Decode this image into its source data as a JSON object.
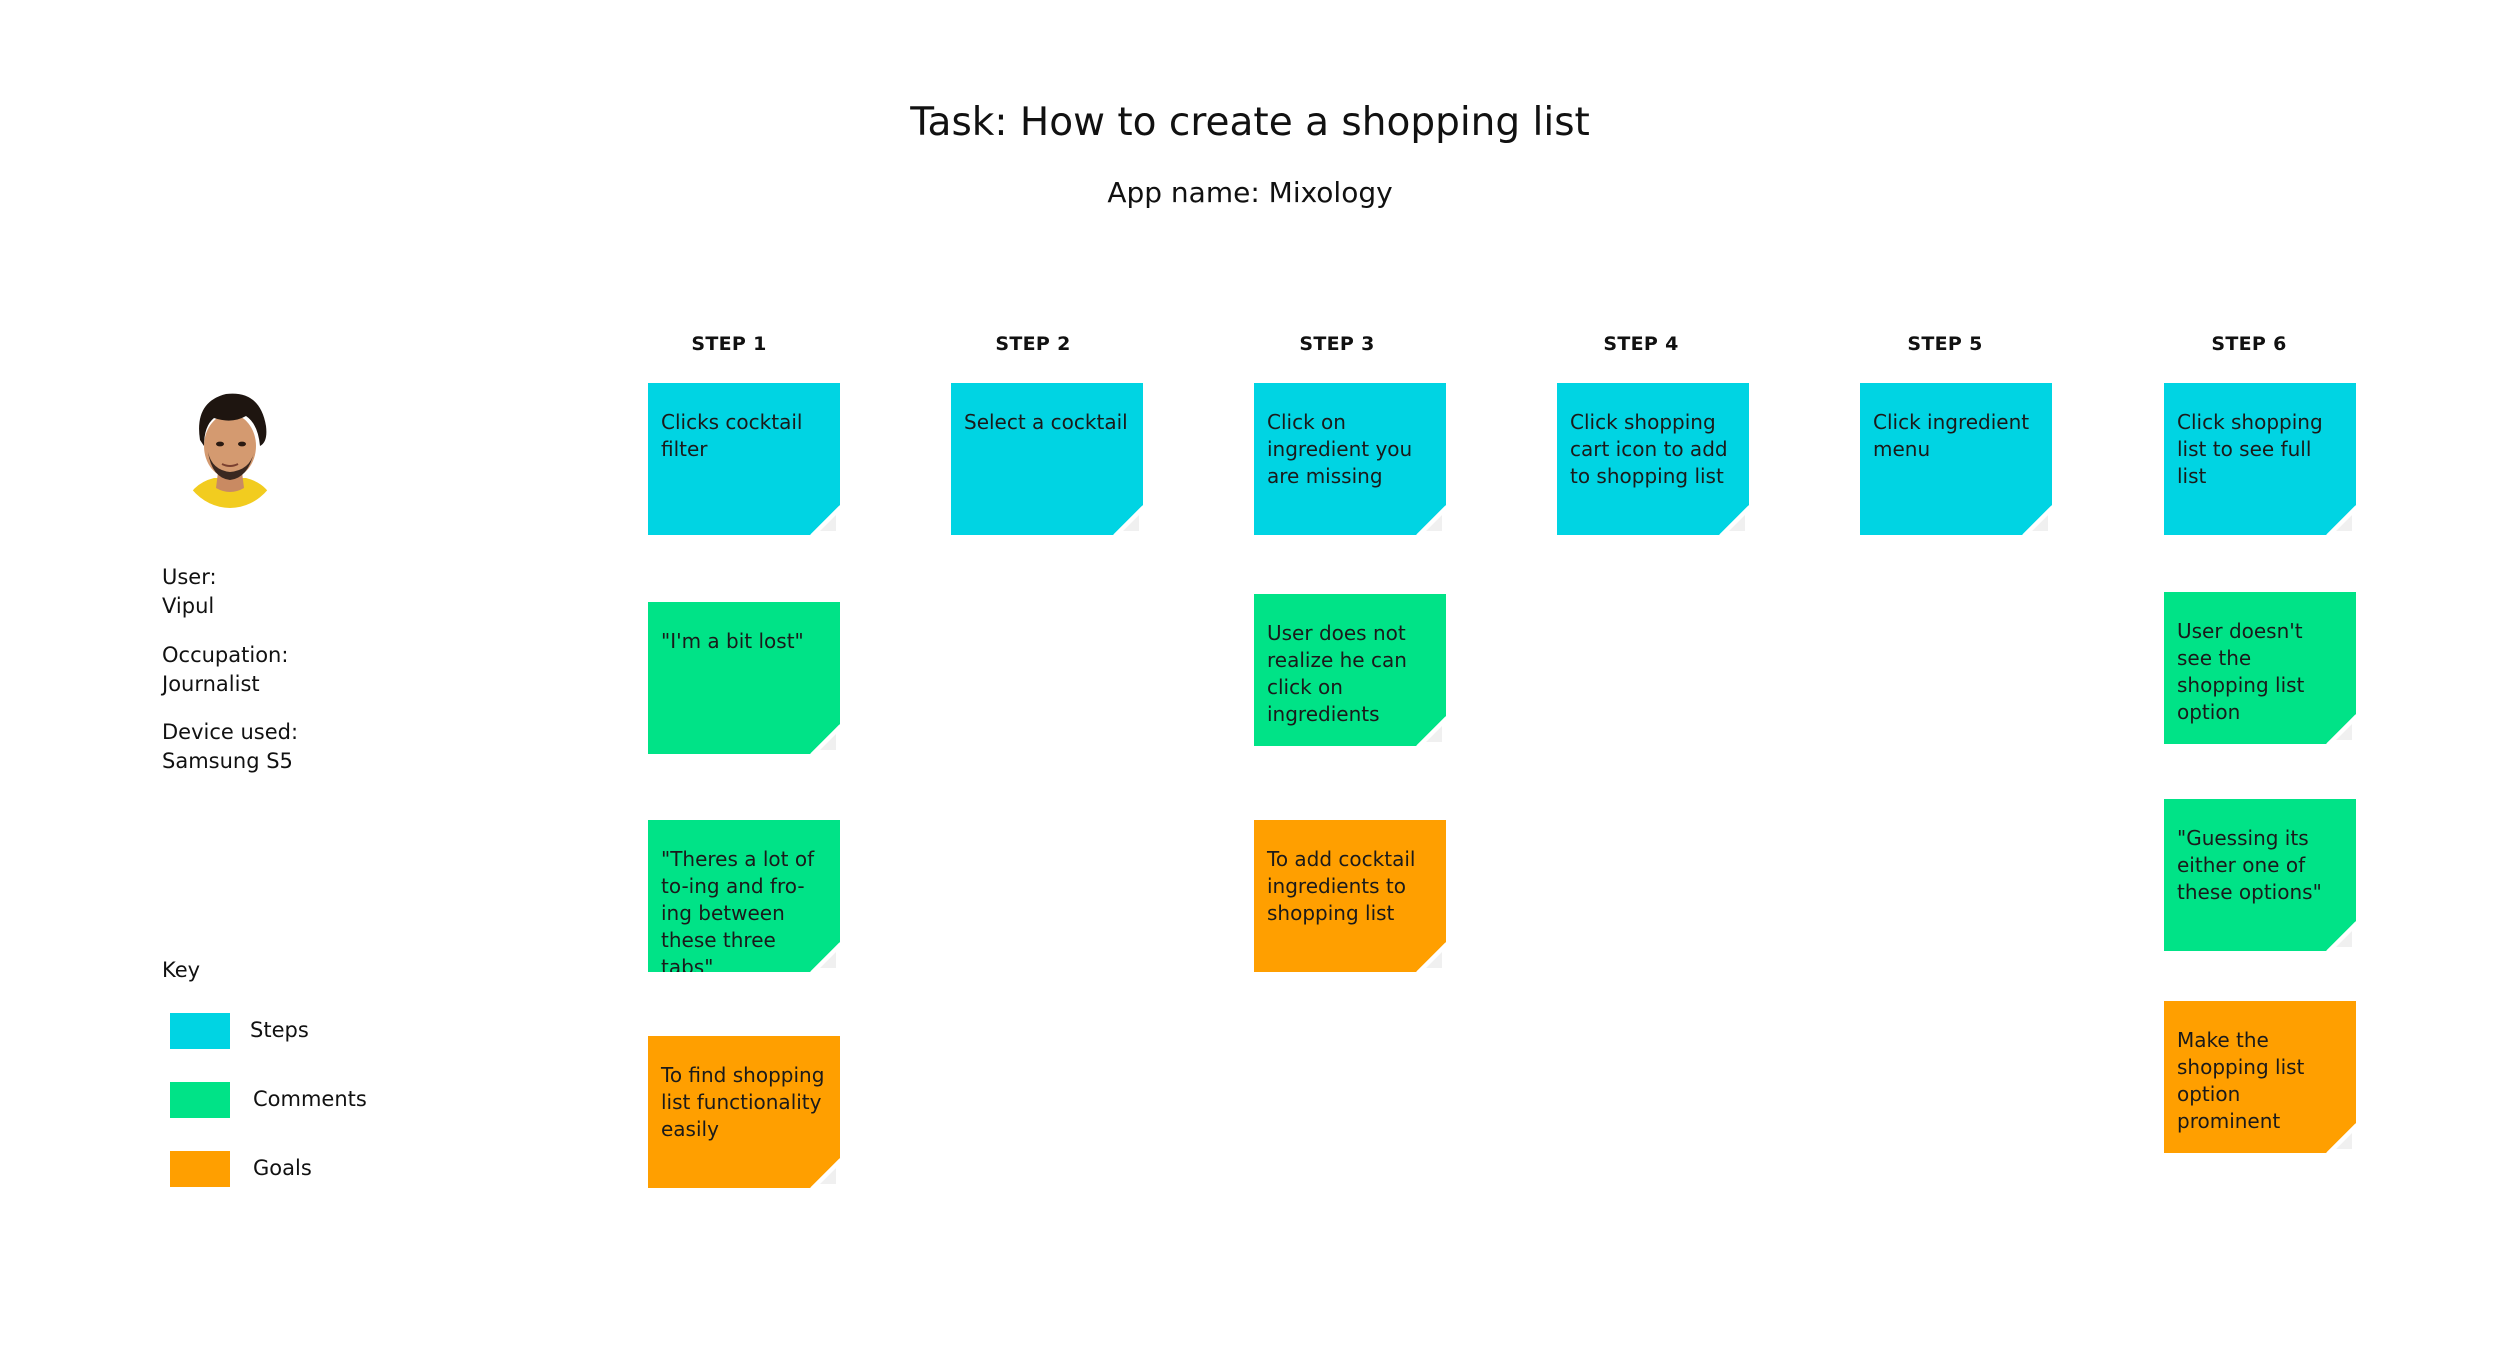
{
  "header": {
    "title": "Task: How to create a shopping list",
    "subtitle": "App name:  Mixology"
  },
  "persona": {
    "avatar_icon": "user-portrait-icon",
    "user_label": "User:",
    "user_value": "Vipul",
    "occupation_label": "Occupation:",
    "occupation_value": "Journalist",
    "device_label": "Device used:",
    "device_value": "Samsung S5"
  },
  "colors": {
    "steps": "#00d4e3",
    "comments": "#00e387",
    "goals": "#ff9f00"
  },
  "steps": [
    {
      "header": "STEP 1",
      "notes": [
        {
          "type": "steps",
          "text": "Clicks cocktail filter"
        },
        {
          "type": "comments",
          "text": "\"I'm a bit lost\""
        },
        {
          "type": "comments",
          "text": "\"Theres a lot of to-ing and fro-ing between these three tabs\""
        },
        {
          "type": "goals",
          "text": "To find shopping list functionality easily"
        }
      ]
    },
    {
      "header": "STEP 2",
      "notes": [
        {
          "type": "steps",
          "text": "Select a cocktail"
        }
      ]
    },
    {
      "header": "STEP 3",
      "notes": [
        {
          "type": "steps",
          "text": "Click on ingredient you are missing"
        },
        {
          "type": "comments",
          "text": "User does not realize he can click on ingredients"
        },
        {
          "type": "goals",
          "text": "To add cocktail ingredients to shopping list"
        }
      ]
    },
    {
      "header": "STEP 4",
      "notes": [
        {
          "type": "steps",
          "text": "Click shopping cart icon to add to shopping list"
        }
      ]
    },
    {
      "header": "STEP 5",
      "notes": [
        {
          "type": "steps",
          "text": "Click ingredient menu"
        }
      ]
    },
    {
      "header": "STEP 6",
      "notes": [
        {
          "type": "steps",
          "text": "Click shopping list to see full list"
        },
        {
          "type": "comments",
          "text": "User doesn't see the shopping list option"
        },
        {
          "type": "comments",
          "text": "\"Guessing its either one of these options\""
        },
        {
          "type": "goals",
          "text": "Make the shopping list option prominent"
        }
      ]
    }
  ],
  "key": {
    "title": "Key",
    "items": [
      {
        "type": "steps",
        "label": "Steps"
      },
      {
        "type": "comments",
        "label": "Comments"
      },
      {
        "type": "goals",
        "label": "Goals"
      }
    ]
  }
}
